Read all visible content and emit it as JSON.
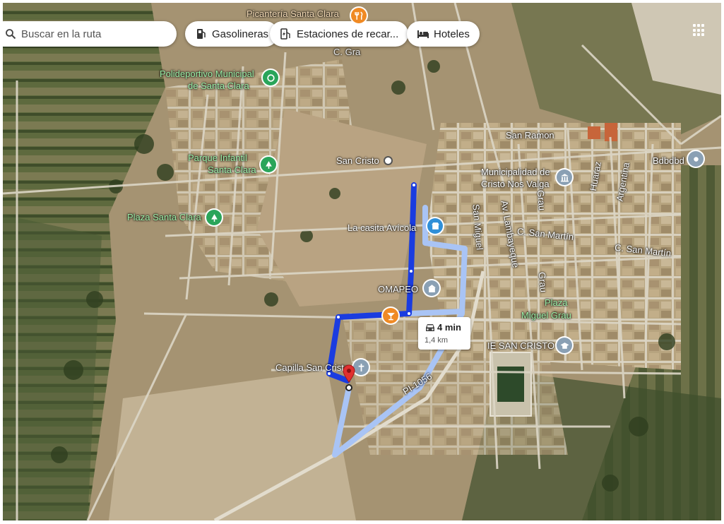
{
  "toolbar": {
    "search_placeholder": "Buscar en la ruta",
    "chips": [
      {
        "label": "Gasolineras",
        "icon": "gas-station-icon"
      },
      {
        "label": "Estaciones de recar...",
        "icon": "ev-charging-icon"
      },
      {
        "label": "Hoteles",
        "icon": "hotel-icon"
      }
    ]
  },
  "map": {
    "places": {
      "picanteria": "Picantería Santa Clara",
      "poli_1": "Polideportivo Municipal",
      "poli_2": "de Santa Clara",
      "parque_1": "Parque Infantil",
      "parque_2": "Santa Clara",
      "plaza_sc": "Plaza Santa Clara",
      "san_cristo": "San Cristo",
      "casita": "La casita Avícola",
      "omapeo": "OMAPEO",
      "capilla": "Capilla San Cristo",
      "muni_1": "Municipalidad de",
      "muni_2": "Cristo Nos Valga",
      "bdbdbd": "Bdbdbd",
      "plaza_mg_1": "Plaza",
      "plaza_mg_2": "Miguel Grau",
      "ie": "IE SAN CRISTO"
    },
    "streets": {
      "san_ramon": "San Ramon",
      "c_san_martin": "C. San Martín",
      "c_san_martin_2": "C. San Martín",
      "san_miguel": "San Miguel",
      "lambayeque": "Av. Lambayeque",
      "grau": "Grau",
      "grau_2": "Grau",
      "huaraz": "Huaraz",
      "argentina": "Argentina",
      "road": "PI-1056",
      "cut_top": "C. Gra"
    }
  },
  "route": {
    "time": "4 min",
    "distance": "1,4 km"
  },
  "colors": {
    "route_primary": "#1a3ce0",
    "route_alt": "#a9c4f5",
    "pin_green": "#2aa55a",
    "pin_blue": "#6aa0d8",
    "pin_orange": "#f08a24",
    "pin_gray": "#8aa0b4",
    "destination": "#e03030"
  }
}
